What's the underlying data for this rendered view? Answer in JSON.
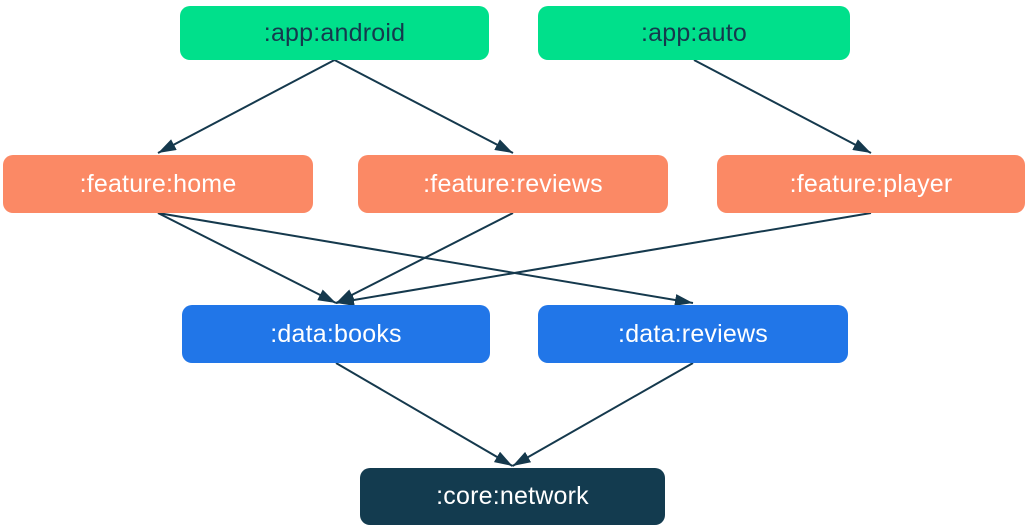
{
  "diagram": {
    "type": "module-dependency-graph",
    "arrow_color": "#15394d",
    "group_colors": {
      "app": "#00e08b",
      "feature": "#fb8965",
      "data": "#2176e8",
      "core": "#133b4f"
    },
    "nodes": [
      {
        "id": "app-android",
        "label": ":app:android",
        "group": "app",
        "color": "#00e08b",
        "text_color": "#15394d"
      },
      {
        "id": "app-auto",
        "label": ":app:auto",
        "group": "app",
        "color": "#00e08b",
        "text_color": "#15394d"
      },
      {
        "id": "feature-home",
        "label": ":feature:home",
        "group": "feature",
        "color": "#fb8965",
        "text_color": "#ffffff"
      },
      {
        "id": "feature-reviews",
        "label": ":feature:reviews",
        "group": "feature",
        "color": "#fb8965",
        "text_color": "#ffffff"
      },
      {
        "id": "feature-player",
        "label": ":feature:player",
        "group": "feature",
        "color": "#fb8965",
        "text_color": "#ffffff"
      },
      {
        "id": "data-books",
        "label": ":data:books",
        "group": "data",
        "color": "#2176e8",
        "text_color": "#ffffff"
      },
      {
        "id": "data-reviews",
        "label": ":data:reviews",
        "group": "data",
        "color": "#2176e8",
        "text_color": "#ffffff"
      },
      {
        "id": "core-network",
        "label": ":core:network",
        "group": "core",
        "color": "#133b4f",
        "text_color": "#ffffff"
      }
    ],
    "edges": [
      {
        "from": "app-android",
        "to": "feature-home"
      },
      {
        "from": "app-android",
        "to": "feature-reviews"
      },
      {
        "from": "app-auto",
        "to": "feature-player"
      },
      {
        "from": "feature-home",
        "to": "data-books"
      },
      {
        "from": "feature-home",
        "to": "data-reviews"
      },
      {
        "from": "feature-reviews",
        "to": "data-books"
      },
      {
        "from": "feature-player",
        "to": "data-books"
      },
      {
        "from": "data-books",
        "to": "core-network"
      },
      {
        "from": "data-reviews",
        "to": "core-network"
      }
    ]
  }
}
